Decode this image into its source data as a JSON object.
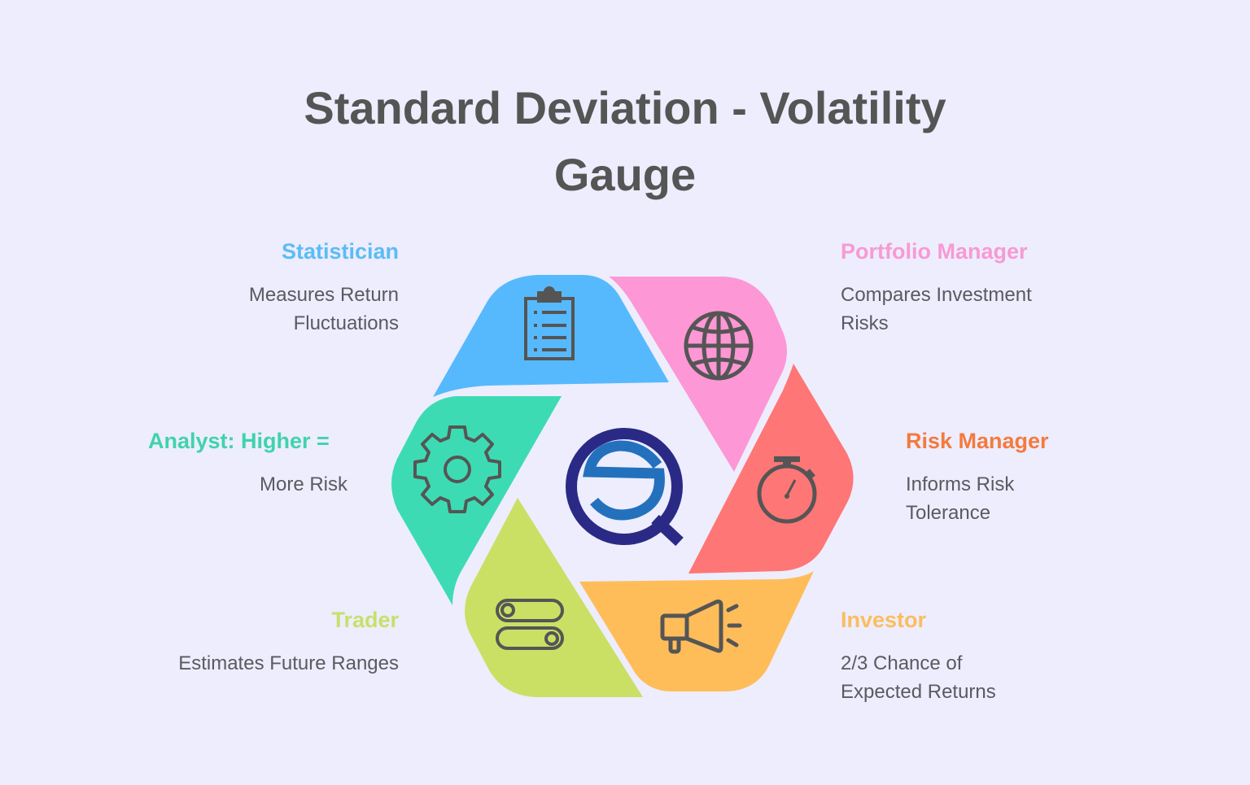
{
  "title": {
    "line1": "Standard Deviation - Volatility",
    "line2": "Gauge"
  },
  "segments": [
    {
      "id": "statistician",
      "heading": "Statistician",
      "desc_line1": "Measures Return",
      "desc_line2": "Fluctuations",
      "color": "#56b9fd",
      "heading_color": "#5bbcf5",
      "icon": "clipboard-icon"
    },
    {
      "id": "portfolio-manager",
      "heading": "Portfolio Manager",
      "desc_line1": "Compares Investment",
      "desc_line2": "Risks",
      "color": "#fd97d5",
      "heading_color": "#f79ad4",
      "icon": "globe-icon"
    },
    {
      "id": "risk-manager",
      "heading": "Risk Manager",
      "desc_line1": "Informs Risk",
      "desc_line2": "Tolerance",
      "color": "#fe7675",
      "heading_color": "#f47a3e",
      "icon": "stopwatch-icon"
    },
    {
      "id": "investor",
      "heading": "Investor",
      "desc_line1": "2/3 Chance of",
      "desc_line2": "Expected Returns",
      "color": "#ffbd5a",
      "heading_color": "#fbbd5f",
      "icon": "megaphone-icon"
    },
    {
      "id": "trader",
      "heading": "Trader",
      "desc_line1": "Estimates Future Ranges",
      "desc_line2": "",
      "color": "#c9e064",
      "heading_color": "#c8e06a",
      "icon": "toggle-switches-icon"
    },
    {
      "id": "analyst",
      "heading": "Analyst: Higher =",
      "desc_line1": "More Risk",
      "desc_line2": "",
      "color": "#3ddbb3",
      "heading_color": "#3fd3ac",
      "icon": "gear-icon"
    }
  ],
  "center_logo": {
    "name": "sq-logo",
    "outer_color": "#2a2a86",
    "inner_color": "#2371bd"
  },
  "colors": {
    "background": "#ededfd",
    "title": "#555555",
    "icon_stroke": "#555555",
    "desc_text": "#5a5a62"
  }
}
